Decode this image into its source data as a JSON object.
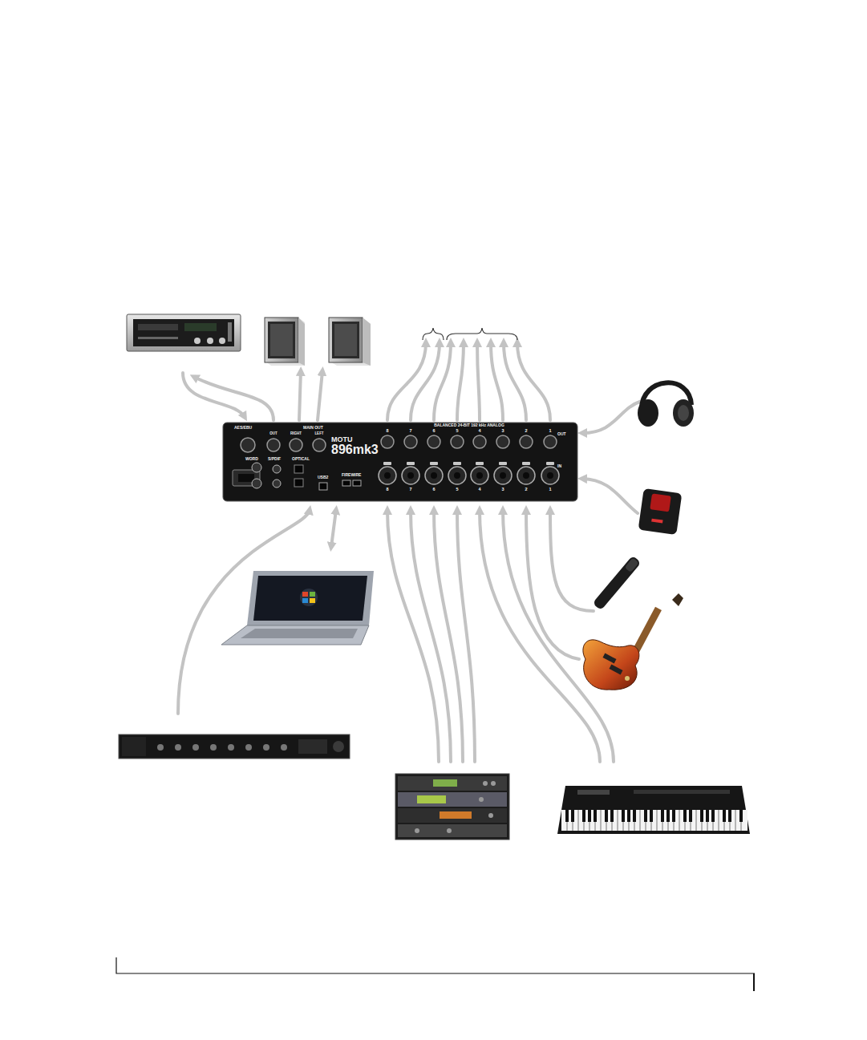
{
  "diagram": {
    "nodes": [
      {
        "text": [
          "AES/EBU",
          "MAIN OUT",
          "OUT",
          "RIGHT",
          "LEFT",
          "WORD",
          "S/PDIF",
          "OPTICAL",
          "USB2",
          "FIREWIRE",
          "MOTU",
          "896mk3",
          "BALANCED 24-BIT 192 kHz ANALOG",
          "8",
          "7",
          "6",
          "5",
          "4",
          "3",
          "2",
          "1",
          "OUT",
          "8",
          "7",
          "6",
          "5",
          "4",
          "3",
          "2",
          "1",
          "IN"
        ]
      }
    ]
  }
}
